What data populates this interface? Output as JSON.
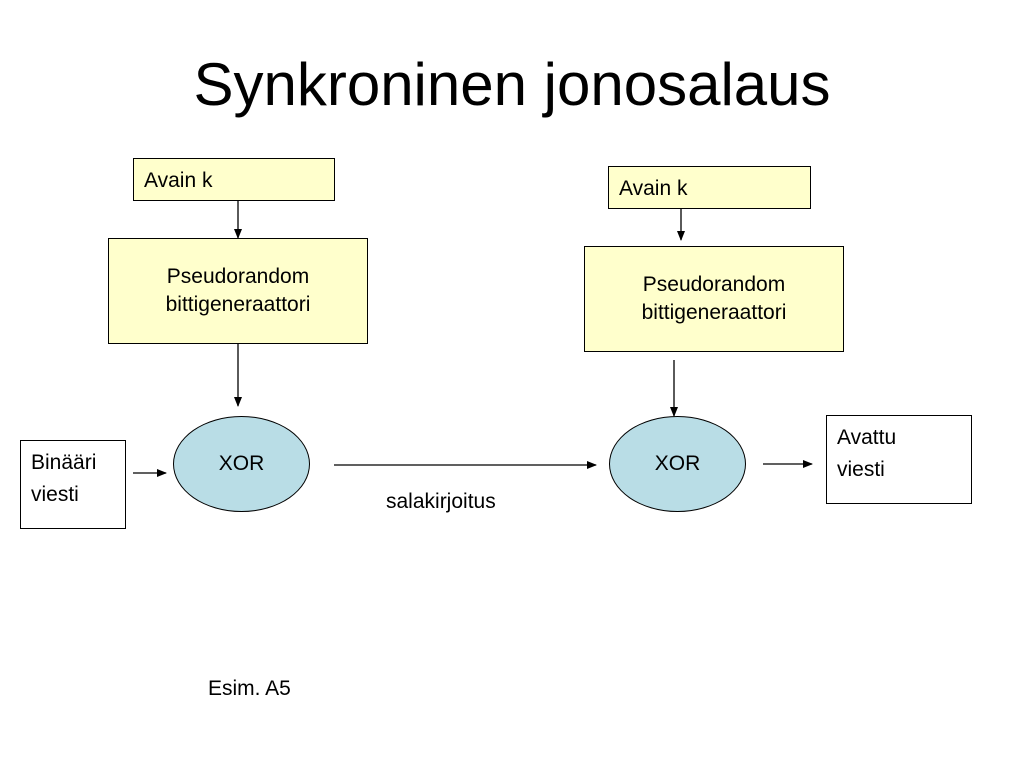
{
  "title": "Synkroninen jonosalaus",
  "left": {
    "key_label": "Avain k",
    "generator_line1": "Pseudorandom",
    "generator_line2": "bittigeneraattori",
    "xor_label": "XOR",
    "input_line1": "Binääri",
    "input_line2": "viesti"
  },
  "right": {
    "key_label": "Avain k",
    "generator_line1": "Pseudorandom",
    "generator_line2": "bittigeneraattori",
    "xor_label": "XOR",
    "output_line1": "Avattu",
    "output_line2": "viesti"
  },
  "ciphertext_label": "salakirjoitus",
  "example_label": "Esim. A5",
  "colors": {
    "box_fill": "#ffffcc",
    "xor_fill": "#b9dde6",
    "line": "#000000"
  }
}
